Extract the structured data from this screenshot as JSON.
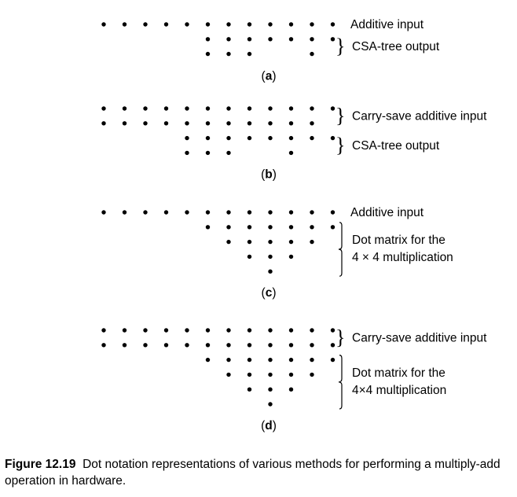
{
  "panels": [
    {
      "id": "a",
      "letter": "a",
      "rows": [
        {
          "positions": [
            0,
            1,
            2,
            3,
            4,
            5,
            6,
            7,
            8,
            9,
            10,
            11
          ]
        },
        {
          "positions": [
            5,
            6,
            7,
            8,
            9,
            10,
            11
          ]
        },
        {
          "positions": [
            5,
            6,
            7,
            10
          ]
        }
      ],
      "labels": [
        {
          "text": "Additive input",
          "rows": [
            0
          ],
          "brace": false
        },
        {
          "text": "CSA-tree output",
          "rows": [
            1,
            2
          ],
          "brace": true
        }
      ]
    },
    {
      "id": "b",
      "letter": "b",
      "rows": [
        {
          "positions": [
            0,
            1,
            2,
            3,
            4,
            5,
            6,
            7,
            8,
            9,
            10,
            11
          ]
        },
        {
          "positions": [
            0,
            1,
            2,
            3,
            4,
            5,
            6,
            7,
            8,
            9,
            10
          ]
        },
        {
          "positions": [
            4,
            5,
            6,
            7,
            8,
            9,
            10,
            11
          ]
        },
        {
          "positions": [
            4,
            5,
            6,
            9
          ]
        }
      ],
      "labels": [
        {
          "text": "Carry-save additive input",
          "rows": [
            0,
            1
          ],
          "brace": true
        },
        {
          "text": "CSA-tree output",
          "rows": [
            2,
            3
          ],
          "brace": true
        }
      ]
    },
    {
      "id": "c",
      "letter": "c",
      "rows": [
        {
          "positions": [
            0,
            1,
            2,
            3,
            4,
            5,
            6,
            7,
            8,
            9,
            10,
            11
          ]
        },
        {
          "positions": [
            5,
            6,
            7,
            8,
            9,
            10,
            11
          ]
        },
        {
          "positions": [
            6,
            7,
            8,
            9,
            10
          ]
        },
        {
          "positions": [
            7,
            8,
            9
          ]
        },
        {
          "positions": [
            8
          ]
        }
      ],
      "labels": [
        {
          "text": "Additive input",
          "rows": [
            0
          ],
          "brace": false
        },
        {
          "text": [
            "Dot matrix for the",
            "4 × 4 multiplication"
          ],
          "rows": [
            1,
            4
          ],
          "brace": true,
          "tall": true
        }
      ]
    },
    {
      "id": "d",
      "letter": "d",
      "rows": [
        {
          "positions": [
            0,
            1,
            2,
            3,
            4,
            5,
            6,
            7,
            8,
            9,
            10,
            11
          ]
        },
        {
          "positions": [
            0,
            1,
            2,
            3,
            4,
            5,
            6,
            7,
            8,
            9,
            10,
            11
          ]
        },
        {
          "positions": [
            5,
            6,
            7,
            8,
            9,
            10,
            11
          ]
        },
        {
          "positions": [
            6,
            7,
            8,
            9,
            10
          ]
        },
        {
          "positions": [
            7,
            8,
            9
          ]
        },
        {
          "positions": [
            8
          ]
        }
      ],
      "labels": [
        {
          "text": "Carry-save additive input",
          "rows": [
            0,
            1
          ],
          "brace": true
        },
        {
          "text": [
            "Dot matrix for the",
            "4×4 multiplication"
          ],
          "rows": [
            2,
            5
          ],
          "brace": true,
          "tall": true
        }
      ]
    }
  ],
  "caption": {
    "number": "Figure 12.19",
    "text": "Dot notation representations of various methods for performing a multiply-add operation in hardware."
  }
}
